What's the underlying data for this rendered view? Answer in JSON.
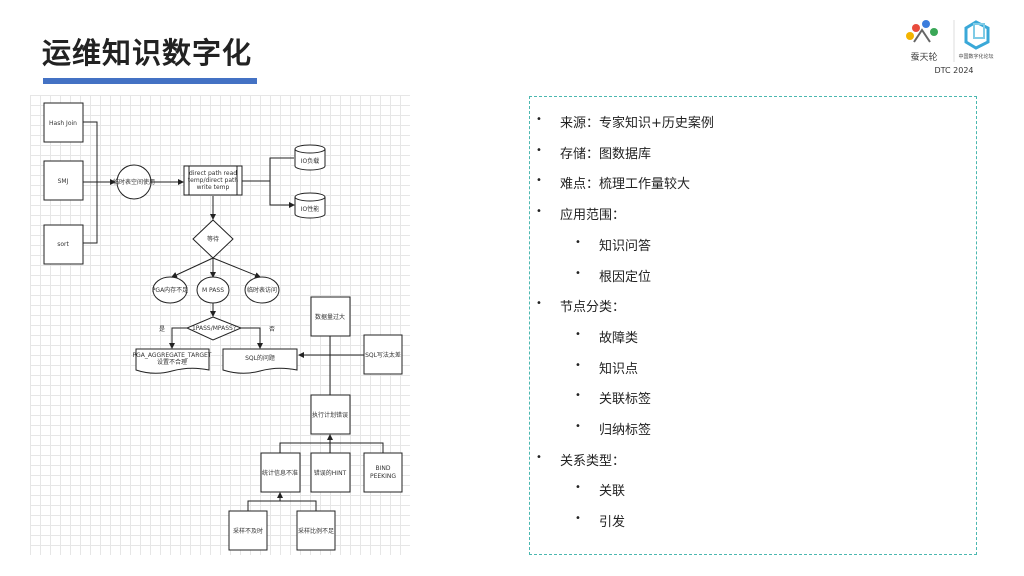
{
  "title": "运维知识数字化",
  "logo": {
    "brand": "蚕天轮",
    "org": "中国数字化论坛",
    "event": "DTC 2024"
  },
  "colors": {
    "accent": "#4472c4",
    "panel_border": "#4bb8b0"
  },
  "flowchart": {
    "hash_join": "Hash Join",
    "smj": "SMJ",
    "sort": "sort",
    "temp_usage": "临时表空间使用",
    "direct_path_1": "direct path read",
    "direct_path_2": "temp/direct path",
    "direct_path_3": "write temp",
    "io_load": "IO负载",
    "io_perf": "IO性能",
    "wait": "等待",
    "pga_low": "PGA内存不足",
    "mpass": "M PASS",
    "temp_access": "临时表访问",
    "pass_check": "1PASS/MPASS?",
    "yes": "是",
    "no": "否",
    "pga_target_1": "PGA_AGGREGATE_TARGET",
    "pga_target_2": "设置不合理",
    "sql_issue": "SQL的问题",
    "data_volume": "数据量过大",
    "bad_sql": "SQL写法太差",
    "plan_error": "执行计划错误",
    "stats_inaccurate": "统计信息不准",
    "wrong_hint": "错误的HINT",
    "bind_1": "BIND",
    "bind_2": "PEEKING",
    "sample_late": "采样不及时",
    "sample_low": "采样比例不足"
  },
  "bullets": [
    {
      "text": "来源：专家知识+历史案例",
      "level": 1
    },
    {
      "text": "存储：图数据库",
      "level": 1
    },
    {
      "text": "难点：梳理工作量较大",
      "level": 1
    },
    {
      "text": "应用范围：",
      "level": 1
    },
    {
      "text": "知识问答",
      "level": 2
    },
    {
      "text": "根因定位",
      "level": 2
    },
    {
      "text": "节点分类：",
      "level": 1
    },
    {
      "text": "故障类",
      "level": 2
    },
    {
      "text": "知识点",
      "level": 2
    },
    {
      "text": "关联标签",
      "level": 2
    },
    {
      "text": "归纳标签",
      "level": 2
    },
    {
      "text": "关系类型：",
      "level": 1
    },
    {
      "text": "关联",
      "level": 2
    },
    {
      "text": "引发",
      "level": 2
    }
  ],
  "bullet_glyph": "•"
}
